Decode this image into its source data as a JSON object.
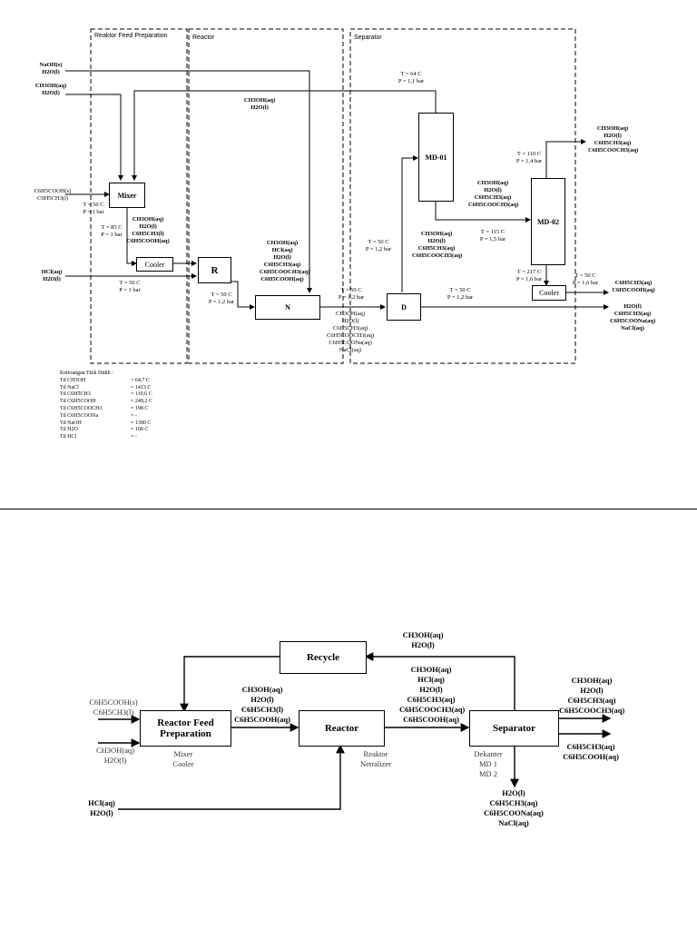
{
  "diagram1": {
    "zones": {
      "feed_prep": "Reaktor Feed\nPreparation",
      "reactor": "Reactor",
      "separator": "Separator"
    },
    "units": {
      "mixer": "Mixer",
      "cooler1": "Cooler",
      "r": "R",
      "n": "N",
      "d": "D",
      "md01": "MD-01",
      "md02": "MD-02",
      "cooler2": "Cooler"
    },
    "inputs": {
      "naoh": [
        "NaOH(s)",
        "H2O(l)"
      ],
      "ch3oh": [
        "CH3OH(aq)",
        "H2O(l)"
      ],
      "c6h5": [
        "C6H5COOH(s)",
        "C6H5CH3(l)"
      ],
      "hcl": [
        "HCl(aq)",
        "H2O(l)"
      ]
    },
    "conditions": {
      "mixer": [
        "T = 50 C",
        "P = 1 bar"
      ],
      "cooler_in": [
        "T = 85 C",
        "P = 1 bar"
      ],
      "hcl": [
        "T = 50 C",
        "P = 1 bar"
      ],
      "r_out": [
        "T = 50 C",
        "P = 1,2 bar"
      ],
      "n_out": [
        "T = 50 C",
        "P = 1,2 bar"
      ],
      "d_in": [
        "T = 50 C",
        "P = 1,2 bar"
      ],
      "d_out": [
        "T = 50 C",
        "P = 1,2 bar"
      ],
      "md01_top": [
        "T = 64 C",
        "P = 1,1 bar"
      ],
      "md02_feed": [
        "T = 115 C",
        "P = 1,5 bar"
      ],
      "md02_top": [
        "T = 110 C",
        "P = 1,4 bar"
      ],
      "md02_bot": [
        "T = 217 C",
        "P = 1,6 bar"
      ],
      "cooler2_out": [
        "T = 50 C",
        "P = 1,6 bar"
      ]
    },
    "streams": {
      "recycle": [
        "CH3OH(aq)",
        "H2O(l)"
      ],
      "mixer_out": [
        "CH3OH(aq)",
        "H2O(l)",
        "C6H5CH3(l)",
        "C6H5COOH(aq)"
      ],
      "r_out": [
        "CH3OH(aq)",
        "HCl(aq)",
        "H2O(l)",
        "C6H5CH3(aq)",
        "C6H5COOCH3(aq)",
        "C6H5COOH(aq)"
      ],
      "n_out": [
        "CH3OH(aq)",
        "H2O(l)",
        "C6H5CH3(aq)",
        "C6H5COOCH3(aq)",
        "C6H5COONa(aq)",
        "NaCl(aq)"
      ],
      "d_top": [
        "CH3OH(aq)",
        "H2O(l)",
        "C6H5CH3(aq)",
        "C6H5COOCH3(aq)"
      ],
      "md01_bot": [
        "CH3OH(aq)",
        "H2O(l)",
        "C6H5CH3(aq)",
        "C6H5COOCH3(aq)"
      ],
      "md02_top": [
        "CH3OH(aq)",
        "H2O(l)",
        "C6H5CH3(aq)",
        "C6H5COOCH3(aq)"
      ],
      "product": [
        "C6H5CH3(aq)",
        "C6H5COOH(aq)"
      ],
      "waste": [
        "H2O(l)",
        "C6H5CH3(aq)",
        "C6H5COONa(aq)",
        "NaCl(aq)"
      ]
    },
    "legend_title": "Keterangan Titik Didih :",
    "legend": [
      [
        "Td CH3OH",
        "= 64,7 C"
      ],
      [
        "Td NaCl",
        "= 1413 C"
      ],
      [
        "Td C6H5CH3",
        "= 110,6 C"
      ],
      [
        "Td C6H5COOH",
        "= 249,2 C"
      ],
      [
        "Td C6H5COOCH3",
        "= 198 C"
      ],
      [
        "Td C6H5COONa",
        "= -"
      ],
      [
        "Td NaOH",
        "= 1390 C"
      ],
      [
        "Td H2O",
        "= 100 C"
      ],
      [
        "Td HCl",
        "= -"
      ]
    ]
  },
  "diagram2": {
    "blocks": {
      "recycle": "Recycle",
      "feed": "Reactor Feed\nPreparation",
      "reactor": "Reactor",
      "separator": "Separator"
    },
    "sublabels": {
      "feed": "Mixer\nCooler",
      "reactor": "Reaktor\nNetralizer",
      "separator": "Dekanter\nMD 1\nMD 2"
    },
    "streams": {
      "recycle": [
        "CH3OH(aq)",
        "H2O(l)"
      ],
      "feed_in1": [
        "C6H5COOH(s)",
        "C6H5CH3(l)"
      ],
      "feed_in2": [
        "CH3OH(aq)",
        "H2O(l)"
      ],
      "hcl_in": [
        "HCl(aq)",
        "H2O(l)"
      ],
      "feed_out": [
        "CH3OH(aq)",
        "H2O(l)",
        "C6H5CH3(l)",
        "C6H5COOH(aq)"
      ],
      "reactor_out": [
        "CH3OH(aq)",
        "HCl(aq)",
        "H2O(l)",
        "C6H5CH3(aq)",
        "C6H5COOCH3(aq)",
        "C6H5COOH(aq)"
      ],
      "out_top": [
        "CH3OH(aq)",
        "H2O(l)",
        "C6H5CH3(aq)",
        "C6H5COOCH3(aq)"
      ],
      "out_mid": [
        "C6H5CH3(aq)",
        "C6H5COOH(aq)"
      ],
      "out_bottom": [
        "H2O(l)",
        "C6H5CH3(aq)",
        "C6H5COONa(aq)",
        "NaCl(aq)"
      ]
    }
  }
}
